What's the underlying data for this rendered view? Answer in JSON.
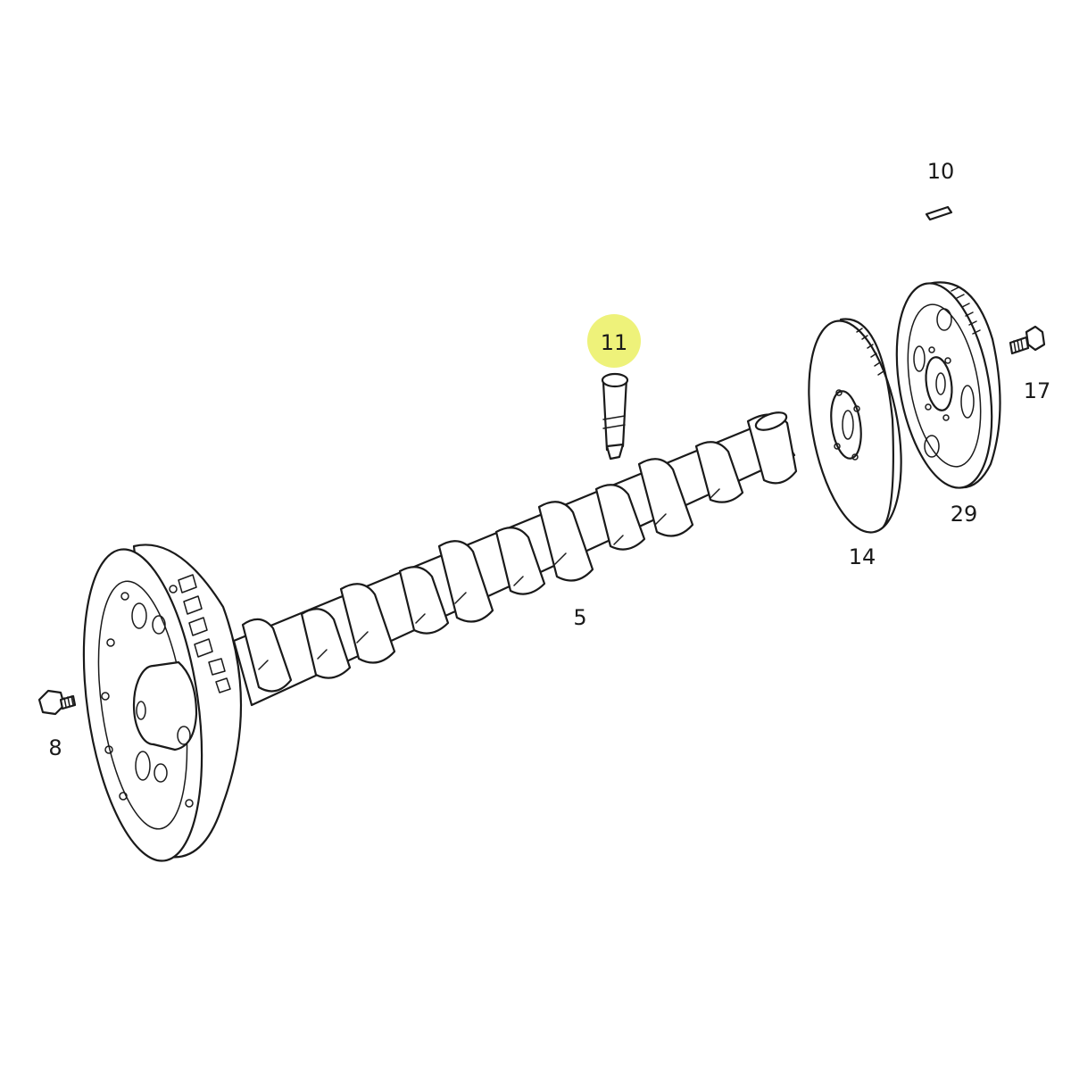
{
  "diagram": {
    "highlight_color": "#eef27a",
    "line_color": "#1a1a1a",
    "callouts": {
      "c5": "5",
      "c8": "8",
      "c10": "10",
      "c11": "11",
      "c14": "14",
      "c17": "17",
      "c29": "29"
    },
    "highlighted_callout": "11"
  }
}
